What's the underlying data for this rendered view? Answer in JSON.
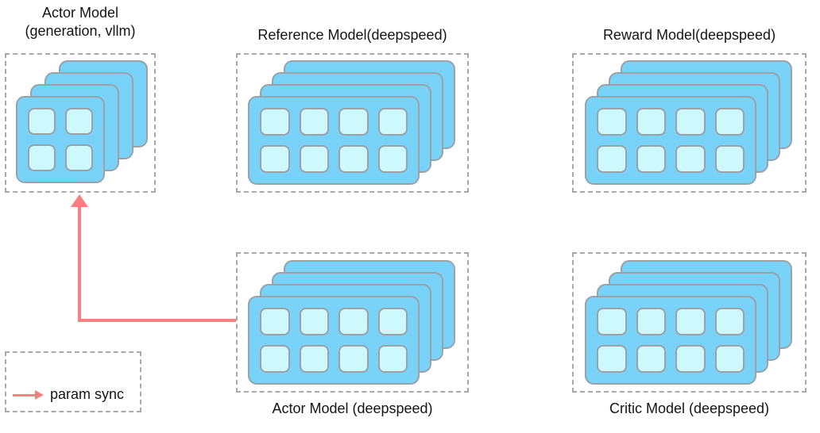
{
  "diagram": {
    "description": "Distributed RLHF training layout: five model worker groups, each a stack of GPU device cards inside a dashed placement group, with a parameter-sync arrow from the deepspeed actor to the vllm generation actor"
  },
  "colors": {
    "card_fill": "#79d2f8",
    "card_border": "#9aa1a7",
    "cell_fill": "#cdf8fc",
    "cell_border": "#9aa1a7",
    "dashed_border": "#a9a9a9",
    "arrow_color": "#f98080",
    "text_color": "#141414"
  },
  "nodes": [
    {
      "id": "actor-vllm",
      "title": "Actor Model",
      "subtitle": "(generation, vllm)",
      "label_position": "top",
      "stack": {
        "layers": 4,
        "rows": 2,
        "cols": 2
      }
    },
    {
      "id": "reference-model",
      "title": "Reference Model(deepspeed)",
      "label_position": "top",
      "stack": {
        "layers": 4,
        "rows": 2,
        "cols": 4
      }
    },
    {
      "id": "reward-model",
      "title": "Reward Model(deepspeed)",
      "label_position": "top",
      "stack": {
        "layers": 4,
        "rows": 2,
        "cols": 4
      }
    },
    {
      "id": "actor-deepspeed",
      "title": "Actor Model (deepspeed)",
      "label_position": "bottom",
      "stack": {
        "layers": 4,
        "rows": 2,
        "cols": 4
      }
    },
    {
      "id": "critic-model",
      "title": "Critic Model (deepspeed)",
      "label_position": "bottom",
      "stack": {
        "layers": 4,
        "rows": 2,
        "cols": 4
      }
    }
  ],
  "arrow": {
    "meaning": "param sync",
    "from": "actor-deepspeed",
    "to": "actor-vllm"
  },
  "legend": {
    "label": "param sync"
  }
}
